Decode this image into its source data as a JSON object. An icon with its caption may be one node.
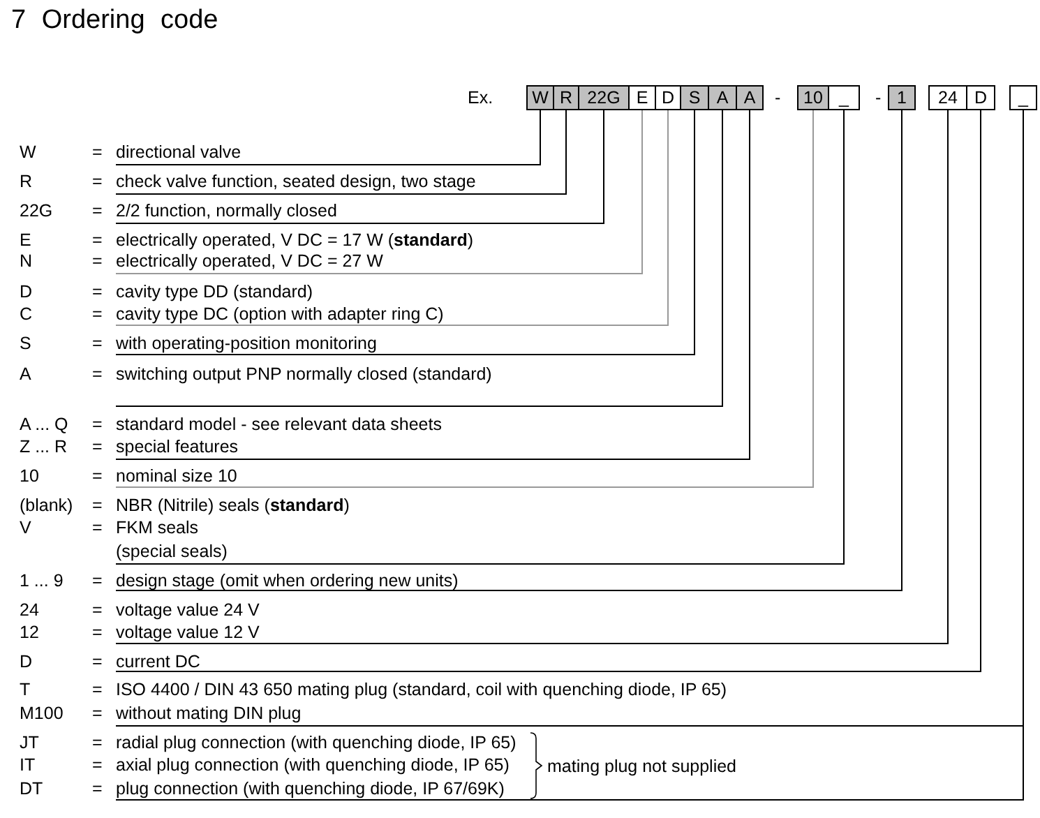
{
  "diagram": {
    "title": "7 Ordering code",
    "nodes": [
      {
        "text": [
          "W"
        ]
      },
      {
        "text": [
          "R"
        ]
      },
      {
        "text": [
          "22G"
        ]
      },
      {
        "text": [
          "E"
        ]
      },
      {
        "text": [
          "D"
        ]
      },
      {
        "text": [
          "S"
        ]
      },
      {
        "text": [
          "A"
        ]
      },
      {
        "text": [
          "A"
        ]
      },
      {
        "text": [
          "10"
        ]
      },
      {
        "text": [
          "_"
        ]
      },
      {
        "text": [
          "1"
        ]
      },
      {
        "text": [
          "24"
        ]
      },
      {
        "text": [
          "D"
        ]
      },
      {
        "text": [
          "_"
        ]
      },
      {
        "text": [
          "W",
          "=",
          "directional valve"
        ]
      },
      {
        "text": [
          "R",
          "=",
          "check valve function, seated design, two stage"
        ]
      },
      {
        "text": [
          "22G",
          "=",
          "2/2 function, normally closed"
        ]
      },
      {
        "text": [
          "E",
          "=",
          "electrically operated, V DC = 17 W (**standard**)",
          "N",
          "=",
          "electrically operated, V DC = 27 W"
        ]
      },
      {
        "text": [
          "D",
          "=",
          "cavity type DD (standard)",
          "C",
          "=",
          "cavity type DC (option with adapter ring C)"
        ]
      },
      {
        "text": [
          "S",
          "=",
          "with operating-position monitoring"
        ]
      },
      {
        "text": [
          "A",
          "=",
          "switching output PNP normally closed (standard)"
        ]
      },
      {
        "text": [
          "A ... Q",
          "=",
          "standard model - see relevant data sheets",
          "Z ... R",
          "=",
          "special features"
        ]
      },
      {
        "text": [
          "10",
          "=",
          "nominal size 10"
        ]
      },
      {
        "text": [
          "(blank)",
          "=",
          "NBR (Nitrile) seals (**standard**)",
          "V",
          "=",
          "FKM seals",
          "(special seals)"
        ]
      },
      {
        "text": [
          "1 ... 9",
          "=",
          "design stage (omit when ordering new units)"
        ]
      },
      {
        "text": [
          "24",
          "=",
          "voltage value 24 V",
          "12",
          "=",
          "voltage value 12 V"
        ]
      },
      {
        "text": [
          "D",
          "=",
          "current DC"
        ]
      },
      {
        "text": [
          "T",
          "=",
          "ISO 4400 / DIN 43 650 mating plug (standard, coil with quenching diode, IP 65)",
          "M100",
          "=",
          "without mating DIN plug"
        ]
      },
      {
        "text": [
          "JT",
          "=",
          "radial plug connection (with quenching diode, IP 65)",
          "IT",
          "=",
          "axial plug connection (with quenching diode, IP 65)",
          "DT",
          "=",
          "plug connection (with quenching diode, IP 67/69K)"
        ],
        "beside": [
          "mating plug not supplied"
        ]
      }
    ],
    "edges": [
      {
        "from": 0,
        "to": 14,
        "arrow": "none"
      },
      {
        "from": 1,
        "to": 15,
        "arrow": "none"
      },
      {
        "from": 2,
        "to": 16,
        "arrow": "none"
      },
      {
        "from": 3,
        "to": 17,
        "arrow": "none",
        "color": "#999999"
      },
      {
        "from": 4,
        "to": 18,
        "arrow": "none",
        "color": "#999999"
      },
      {
        "from": 5,
        "to": 19,
        "arrow": "none"
      },
      {
        "from": 6,
        "to": 20,
        "arrow": "none"
      },
      {
        "from": 7,
        "to": 21,
        "arrow": "none"
      },
      {
        "from": 8,
        "to": 22,
        "arrow": "none",
        "color": "#999999"
      },
      {
        "from": 9,
        "to": 23,
        "arrow": "none"
      },
      {
        "from": 10,
        "to": 24,
        "arrow": "none"
      },
      {
        "from": 11,
        "to": 25,
        "arrow": "none"
      },
      {
        "from": 12,
        "to": 26,
        "arrow": "none"
      },
      {
        "from": 13,
        "to": 27,
        "arrow": "none"
      },
      {
        "from": 13,
        "to": 28,
        "arrow": "none"
      }
    ],
    "labels": [
      "Ex.",
      "-",
      "-"
    ]
  }
}
